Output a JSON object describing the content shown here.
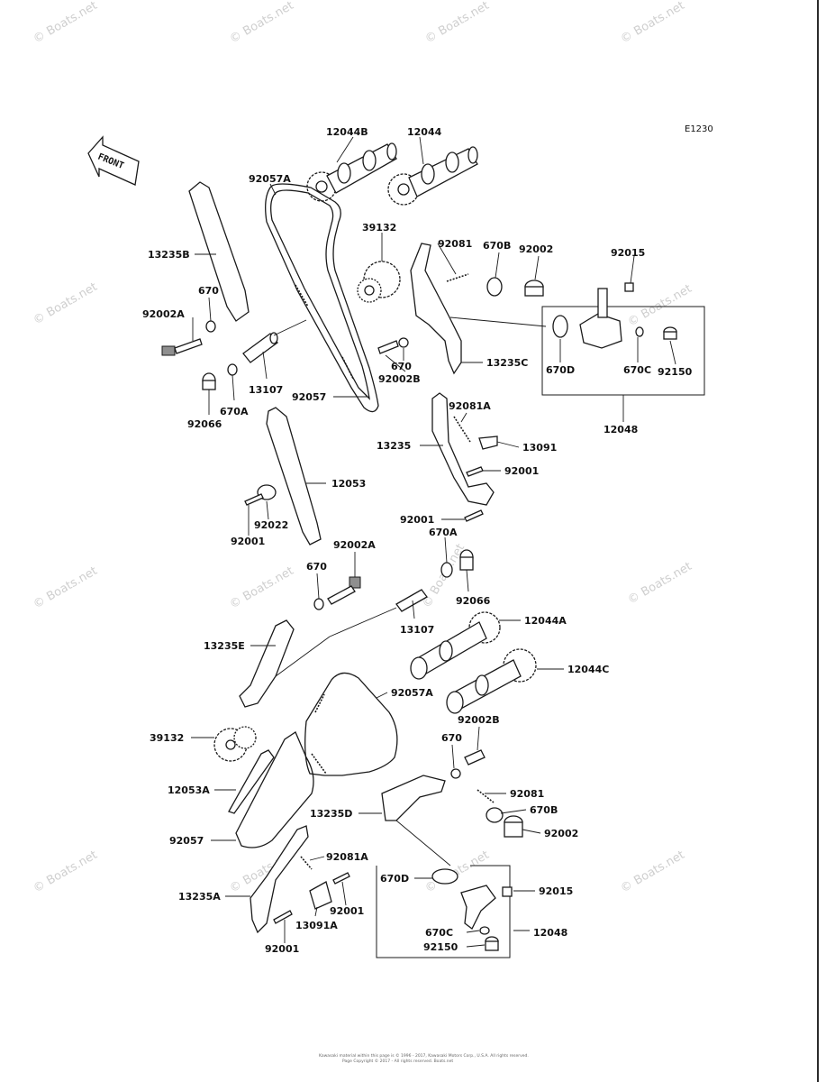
{
  "diagram_code": "E1230",
  "front_label": "FRONT",
  "watermark": "© Boats.net",
  "footer": [
    "Kawasaki material within this page is © 1996 - 2017, Kawasaki Motors Corp., U.S.A. All rights reserved.",
    "Page Copyright © 2017 - All rights reserved. Boats.net"
  ],
  "part_labels": {
    "p12044B_top": "12044B",
    "p12044_top": "12044",
    "p92057A_top": "92057A",
    "p39132_top": "39132",
    "p13235B": "13235B",
    "p670_top": "670",
    "p92002A_left": "92002A",
    "p13107_top": "13107",
    "p670A_top": "670A",
    "p92066_left": "92066",
    "p92057_top": "92057",
    "p92081_top": "92081",
    "p670B_top": "670B",
    "p92002_top": "92002",
    "p92015_top": "92015",
    "p13235C": "13235C",
    "p670_mid": "670",
    "p92002B_top": "92002B",
    "p670D_top": "670D",
    "p670C_top": "670C",
    "p92150_top": "92150",
    "p12048_top": "12048",
    "p92081A_top": "92081A",
    "p13235": "13235",
    "p13091": "13091",
    "p92001_a": "92001",
    "p92001_b": "92001",
    "p12053": "12053",
    "p92022": "92022",
    "p92001_c": "92001",
    "p92002A_mid": "92002A",
    "p670A_mid": "670A",
    "p670_lower": "670",
    "p92066_mid": "92066",
    "p13107_mid": "13107",
    "p12044A": "12044A",
    "p13235E": "13235E",
    "p12044C": "12044C",
    "p92057A_bottom": "92057A",
    "p92002B_bottom": "92002B",
    "p39132_bottom": "39132",
    "p670_bottom": "670",
    "p92081_bottom": "92081",
    "p12053A": "12053A",
    "p670B_bottom": "670B",
    "p13235D": "13235D",
    "p92002_bottom": "92002",
    "p92057_bottom": "92057",
    "p92081A_bottom": "92081A",
    "p670D_bottom": "670D",
    "p92015_bottom": "92015",
    "p13235A": "13235A",
    "p92001_d": "92001",
    "p13091A": "13091A",
    "p670C_bottom": "670C",
    "p12048_bottom": "12048",
    "p92150_bottom": "92150",
    "p92001_e": "92001"
  }
}
